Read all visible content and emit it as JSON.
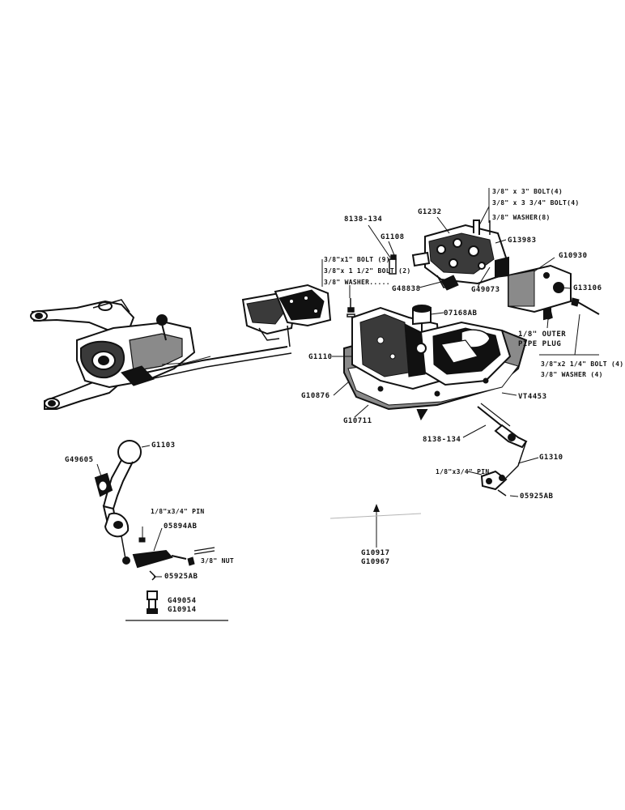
{
  "colors": {
    "ink": "#111111",
    "paper": "#ffffff",
    "shade": "#3a3a3a",
    "light": "#8a8a8a"
  },
  "labels": {
    "p8138_134_top": "8138-134",
    "g1108": "G1108",
    "g1232": "G1232",
    "bolt_3_4_x3": "3/8\" x 3\" BOLT(4)",
    "bolt_3_4_x3_4": "3/8\" x 3 3/4\" BOLT(4)",
    "washer_8": "3/8\" WASHER(8)",
    "g13983": "G13983",
    "g10930": "G10930",
    "bolt_9": "3/8\"x1\" BOLT (9)",
    "bolt_2": "3/8\"x 1 1/2\" BOLT (2)",
    "washer_top": "3/8\" WASHER.....",
    "g48838": "G48838",
    "g49073": "G49073",
    "g13106": "G13106",
    "p07168ab": "07168AB",
    "outer_pipe_plug_1": "1/8\" OUTER",
    "outer_pipe_plug_2": "PIPE PLUG",
    "g1110": "G1110",
    "bolt_4_right": "3/8\"x2 1/4\" BOLT (4)",
    "washer_4_right": "3/8\" WASHER (4)",
    "g10876": "G10876",
    "vt4453": "VT4453",
    "g10711": "G10711",
    "p8138_134_bot": "8138-134",
    "g49605": "G49605",
    "g1103": "G1103",
    "g1310": "G1310",
    "pin_right": "1/8\"x3/4\" PIN",
    "p05925ab_right": "05925AB",
    "pin_left": "1/8\"x3/4\" PIN",
    "p05894ab": "05894AB",
    "nut": "3/8\" NUT",
    "p05925ab_left": "05925AB",
    "g10917": "G10917",
    "g10967": "G10967",
    "g49054": "G49054",
    "g10914": "G10914"
  }
}
